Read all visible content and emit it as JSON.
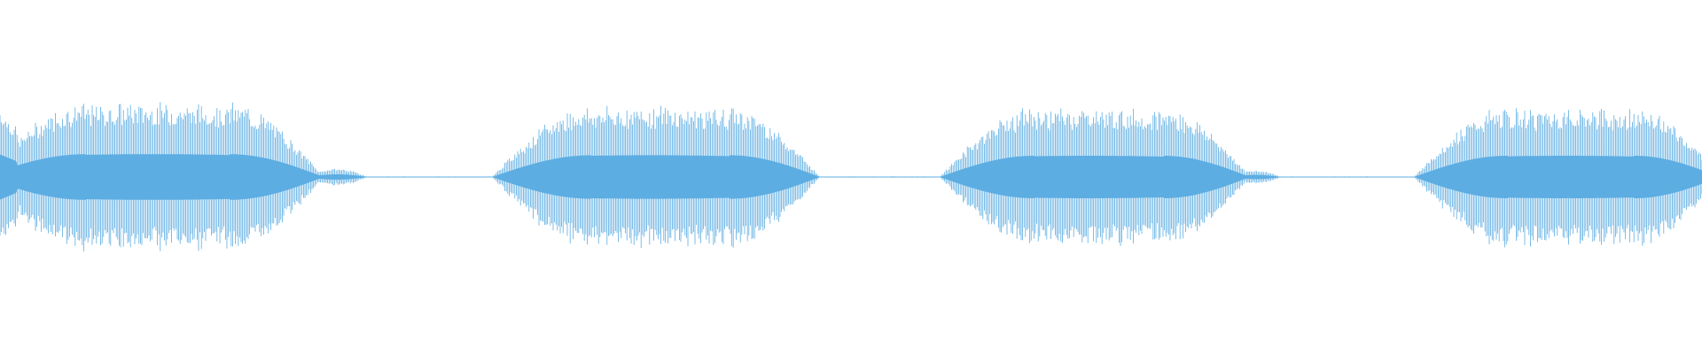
{
  "waveform": {
    "color": "#5dade2",
    "background": "#ffffff",
    "bursts": [
      {
        "peak_amplitude": 0.86
      },
      {
        "peak_amplitude": 0.82
      },
      {
        "peak_amplitude": 0.8
      },
      {
        "peak_amplitude": 0.8
      }
    ]
  }
}
